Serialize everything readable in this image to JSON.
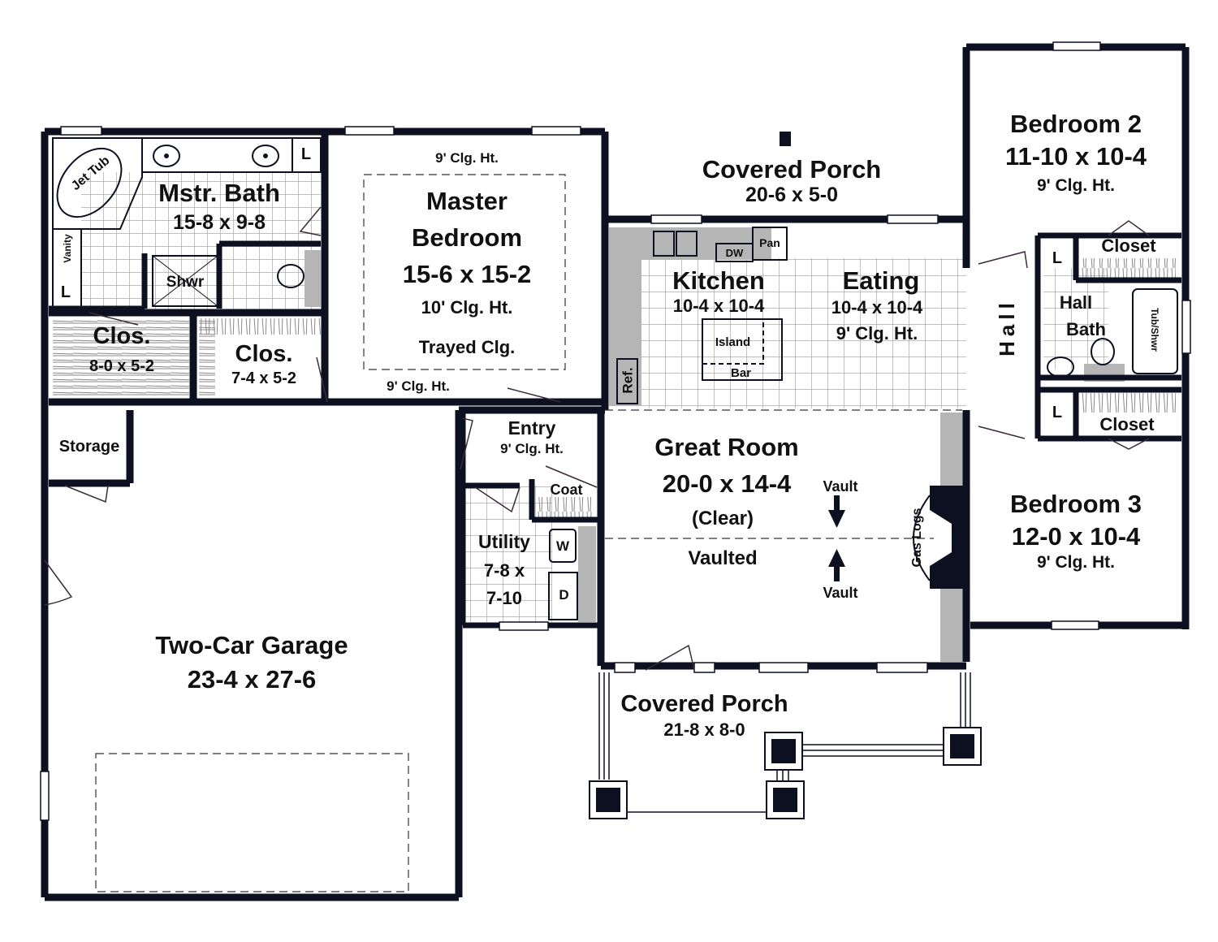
{
  "plan": {
    "type": "single-story floor plan",
    "rooms": {
      "master_bath": {
        "name": "Mstr. Bath",
        "dim": "15-8 x 9-8",
        "fixtures": {
          "tub": "Jet Tub",
          "shower": "Shwr",
          "vanity": "Vanity",
          "linen_top": "L",
          "linen_left": "L"
        }
      },
      "master_bedroom": {
        "name_line1": "Master",
        "name_line2": "Bedroom",
        "dim": "15-6 x 15-2",
        "ceiling": "10' Clg. Ht.",
        "note": "Trayed Clg.",
        "perimeter_top": "9' Clg. Ht.",
        "perimeter_bottom": "9' Clg. Ht."
      },
      "closet_a": {
        "name": "Clos.",
        "dim": "8-0 x 5-2"
      },
      "closet_b": {
        "name": "Clos.",
        "dim": "7-4 x 5-2"
      },
      "storage": {
        "name": "Storage"
      },
      "garage": {
        "name": "Two-Car Garage",
        "dim": "23-4 x 27-6"
      },
      "entry": {
        "name": "Entry",
        "ceiling": "9' Clg. Ht."
      },
      "coat": {
        "name": "Coat"
      },
      "utility": {
        "name": "Utility",
        "dim_line1": "7-8 x",
        "dim_line2": "7-10",
        "washer": "W",
        "dryer": "D"
      },
      "covered_porch_rear": {
        "name": "Covered Porch",
        "dim": "20-6 x 5-0"
      },
      "kitchen": {
        "name": "Kitchen",
        "dim": "10-4 x 10-4",
        "fixtures": {
          "dishwasher": "DW",
          "pantry": "Pan",
          "island": "Island",
          "bar": "Bar",
          "refrigerator": "Ref."
        }
      },
      "eating": {
        "name": "Eating",
        "dim": "10-4 x 10-4",
        "ceiling": "9' Clg. Ht."
      },
      "great_room": {
        "name": "Great Room",
        "dim": "20-0 x 14-4",
        "note1": "(Clear)",
        "note2": "Vaulted",
        "vault_top": "Vault",
        "vault_bottom": "Vault",
        "fireplace": "Gas Logs"
      },
      "covered_porch_front": {
        "name": "Covered Porch",
        "dim": "21-8 x 8-0"
      },
      "hall": {
        "name": "Hall"
      },
      "bedroom2": {
        "name": "Bedroom 2",
        "dim": "11-10 x 10-4",
        "ceiling": "9' Clg. Ht."
      },
      "closet_br2": {
        "name": "Closet",
        "linen": "L"
      },
      "hall_bath": {
        "name_line1": "Hall",
        "name_line2": "Bath",
        "tub": "Tub/Shwr"
      },
      "closet_br3": {
        "name": "Closet",
        "linen": "L"
      },
      "bedroom3": {
        "name": "Bedroom 3",
        "dim": "12-0 x 10-4",
        "ceiling": "9' Clg. Ht."
      }
    },
    "colors": {
      "wall": "#0d1020",
      "counter": "#b5b5b5",
      "tile_line": "#9a9aa6",
      "background": "#ffffff"
    }
  }
}
